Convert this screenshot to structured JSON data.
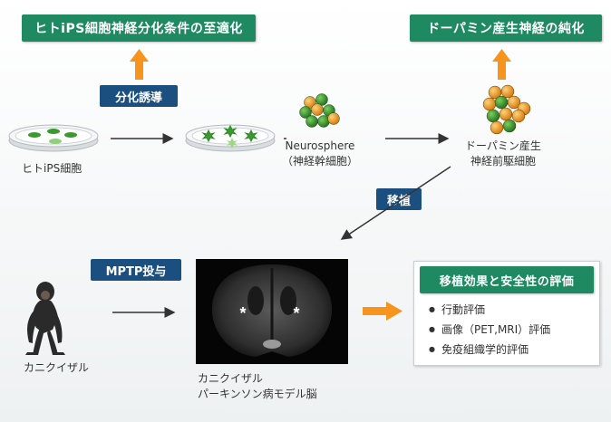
{
  "top_left_banner": "ヒトiPS細胞神経分化条件の至適化",
  "top_right_banner": "ドーパミン産生神経の純化",
  "tag_differentiation": "分化誘導",
  "label_ips": "ヒトiPS細胞",
  "label_neurosphere_line1": "Neurosphere",
  "label_neurosphere_line2": "（神経幹細胞）",
  "label_dopamine_line1": "ドーパミン産生",
  "label_dopamine_line2": "神経前駆細胞",
  "tag_transplant": "移植",
  "tag_mptp": "MPTP投与",
  "label_monkey": "カニクイザル",
  "label_model_line1": "カニクイザル",
  "label_model_line2": "パーキンソン病モデル脳",
  "result_title": "移植効果と安全性の評価",
  "result_items": [
    "行動評価",
    "画像（PET,MRI）評価",
    "免疫組織学的評価"
  ],
  "colors": {
    "green": "#1f8a62",
    "navy": "#1b4f80",
    "orange": "#f7941d",
    "cell_green": "#2f8a2a",
    "cell_orange": "#e8901e"
  }
}
